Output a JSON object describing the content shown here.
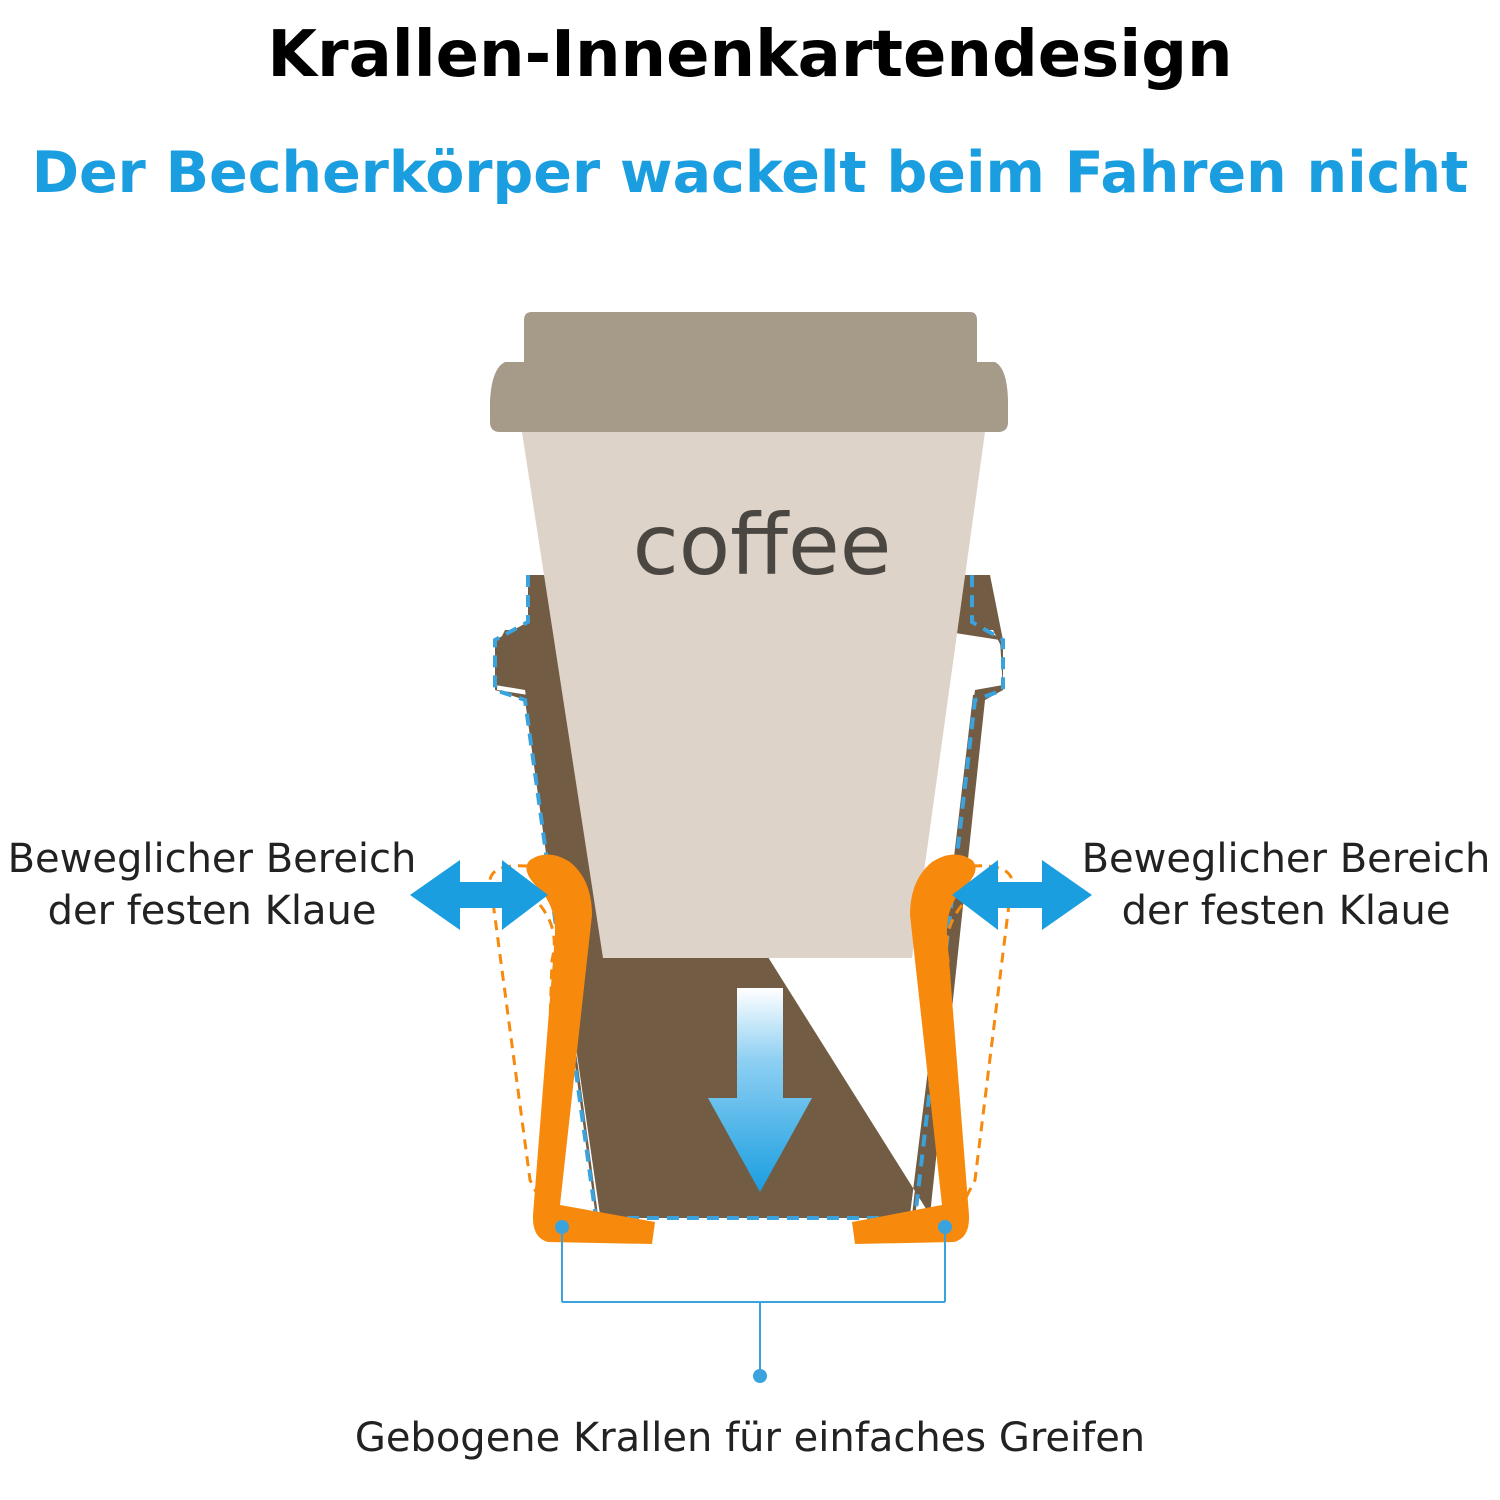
{
  "header": {
    "title": "Krallen-Innenkartendesign",
    "subtitle": "Der Becherkörper wackelt beim Fahren nicht"
  },
  "cup": {
    "label": "coffee"
  },
  "labels": {
    "left": [
      "Beweglicher Bereich",
      "der festen Klaue"
    ],
    "right": [
      "Beweglicher Bereich",
      "der festen Klaue"
    ],
    "bottom": "Gebogene Krallen für einfaches Greifen"
  },
  "colors": {
    "title": "#000000",
    "subtitle": "#1a9ee0",
    "lid": "#a69a89",
    "cup": "#ddd3c8",
    "holder": "#725c44",
    "claw": "#f7890d",
    "arrow": "#1a9ee0",
    "dashed_outline": "#3aa3de"
  }
}
